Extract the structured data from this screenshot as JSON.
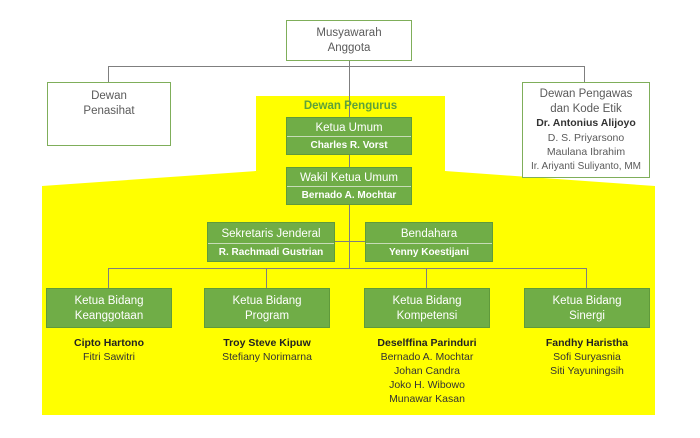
{
  "top": {
    "line1": "Musyawarah",
    "line2": "Anggota"
  },
  "dewan_penasihat": {
    "line1": "Dewan",
    "line2": "Penasihat"
  },
  "dewan_pengawas": {
    "line1": "Dewan Pengawas",
    "line2": "dan Kode Etik",
    "members": [
      "Dr. Antonius Alijoyo",
      "D. S. Priyarsono",
      "Maulana Ibrahim",
      "Ir. Ariyanti Suliyanto, MM"
    ]
  },
  "dewan_pengurus": {
    "title": "Dewan Pengurus"
  },
  "ketua_umum": {
    "title": "Ketua Umum",
    "name": "Charles R. Vorst"
  },
  "wakil_ketua_umum": {
    "title": "Wakil Ketua Umum",
    "name": "Bernado A. Mochtar"
  },
  "sekretaris": {
    "title": "Sekretaris Jenderal",
    "name": "R. Rachmadi Gustrian"
  },
  "bendahara": {
    "title": "Bendahara",
    "name": "Yenny Koestijani"
  },
  "bidang": [
    {
      "line1": "Ketua Bidang",
      "line2": "Keanggotaan",
      "members": [
        "Cipto Hartono",
        "Fitri Sawitri"
      ]
    },
    {
      "line1": "Ketua Bidang",
      "line2": "Program",
      "members": [
        "Troy Steve Kipuw",
        "Stefiany Norimarna"
      ]
    },
    {
      "line1": "Ketua Bidang",
      "line2": "Kompetensi",
      "members": [
        "Deselffina Parinduri",
        "Bernado A. Mochtar",
        "Johan Candra",
        "Joko H. Wibowo",
        "Munawar Kasan"
      ]
    },
    {
      "line1": "Ketua Bidang",
      "line2": "Sinergi",
      "members": [
        "Fandhy Haristha",
        "Sofi Suryasnia",
        "Siti Yayuningsih"
      ]
    }
  ]
}
